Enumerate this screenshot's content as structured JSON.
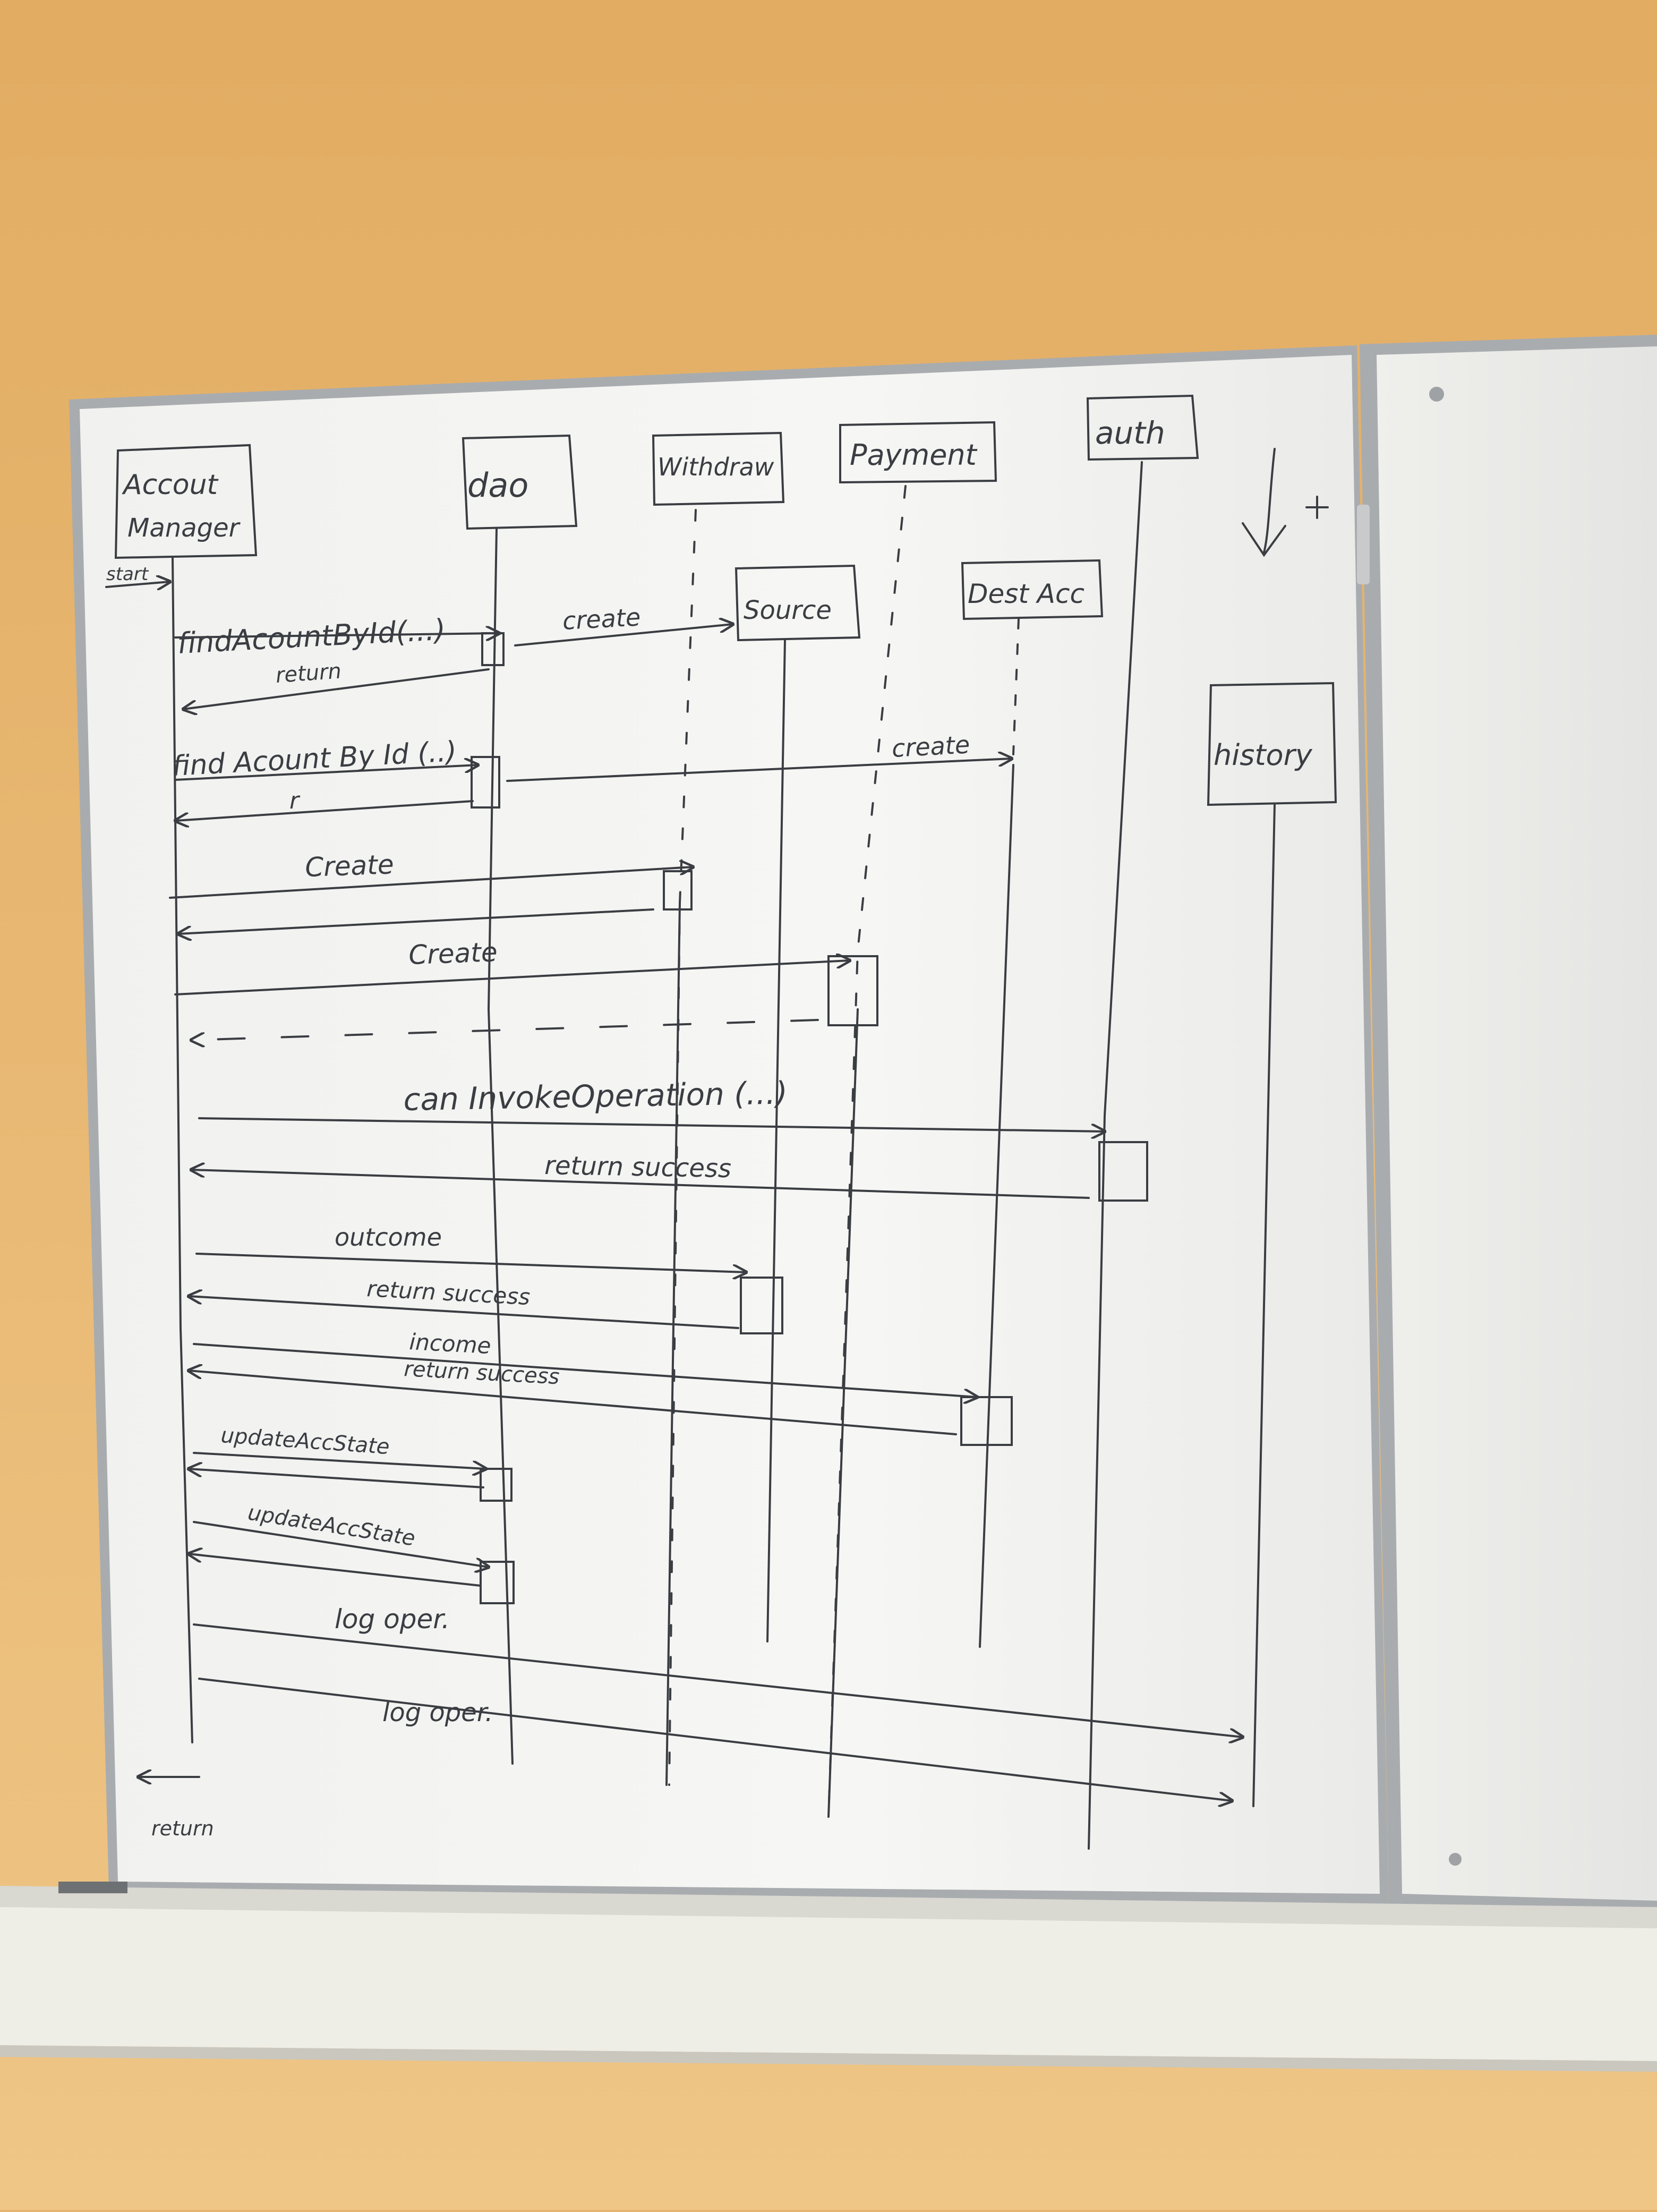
{
  "photo": {
    "subject": "whiteboard",
    "colors": {
      "wall_top": "#e2ac62",
      "wall_bottom": "#efc686",
      "board": "#f4f4f1",
      "frame": "#b9bcbe",
      "ink": "#3a3d42",
      "ledge": "#ecebe4"
    }
  },
  "diagram": {
    "participants": {
      "account_manager_line1": "Accout",
      "account_manager_line2": "Manager",
      "dao": "dao",
      "withdraw": "Withdraw",
      "payment": "Payment",
      "auth": "auth",
      "source": "Source",
      "dest_acc": "Dest Acc",
      "history": "history"
    },
    "messages": {
      "start": "start",
      "find_1": "findAcountById(...)",
      "create_source": "create",
      "return_1": "return",
      "find_2": "find Acount By Id (..)",
      "create_dest": "create",
      "r": "r",
      "create_withdraw": "Create",
      "create_payment": "Create",
      "can_invoke": "can InvokeOperation (...)",
      "return_success_auth": "return success",
      "outcome": "outcome",
      "return_success_source": "return success",
      "income": "income",
      "return_success_dest": "return success",
      "update_1": "updateAccState",
      "update_2": "updateAccState",
      "log_1": "log oper.",
      "log_2": "log oper.",
      "return_final": "return"
    }
  }
}
